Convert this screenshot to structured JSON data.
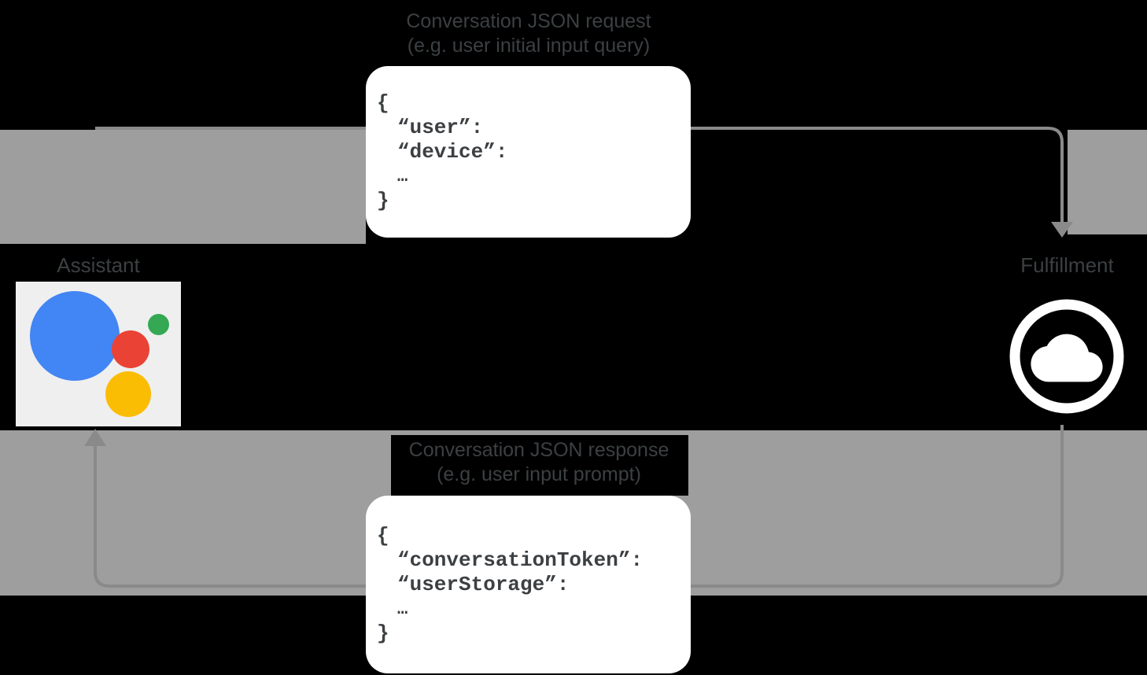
{
  "diagram": {
    "request": {
      "title_line1": "Conversation JSON request",
      "title_line2": "(e.g. user initial input query)",
      "code": {
        "open_brace": "{",
        "field1": "“user”:",
        "field2": "“device”:",
        "ellipsis": "…",
        "close_brace": "}"
      }
    },
    "response": {
      "title_line1": "Conversation JSON response",
      "title_line2": "(e.g. user input prompt)",
      "code": {
        "open_brace": "{",
        "field1": "“conversationToken”:",
        "field2": "“userStorage”:",
        "ellipsis": "…",
        "close_brace": "}"
      }
    },
    "left_node_label": "Assistant",
    "right_node_label": "Fulfillment",
    "icons": {
      "left": "google-assistant-logo-icon",
      "right": "cloud-icon"
    }
  },
  "colors": {
    "background": "#000000",
    "band_gray": "#9e9e9e",
    "arrow_gray": "#8a8a8a",
    "text_dark": "#3c4043",
    "code_box_bg": "#ffffff",
    "assistant_card_bg": "#efefef",
    "assistant_blue": "#4285F4",
    "assistant_green": "#34A853",
    "assistant_red": "#EA4335",
    "assistant_yellow": "#FBBC04",
    "cloud_icon_fg": "#ffffff"
  }
}
